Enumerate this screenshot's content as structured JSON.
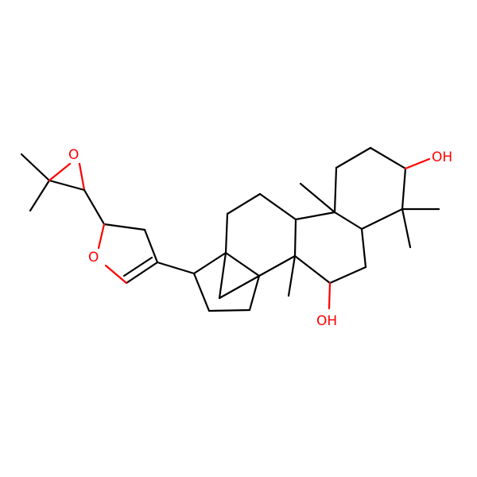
{
  "colors": {
    "background": "#ffffff",
    "carbon_bond": "#000000",
    "oxygen": "#ff0000"
  },
  "labels": {
    "oh_right": "OH",
    "oh_bottom": "OH",
    "o_epoxide": "O",
    "o_ring": "O"
  }
}
